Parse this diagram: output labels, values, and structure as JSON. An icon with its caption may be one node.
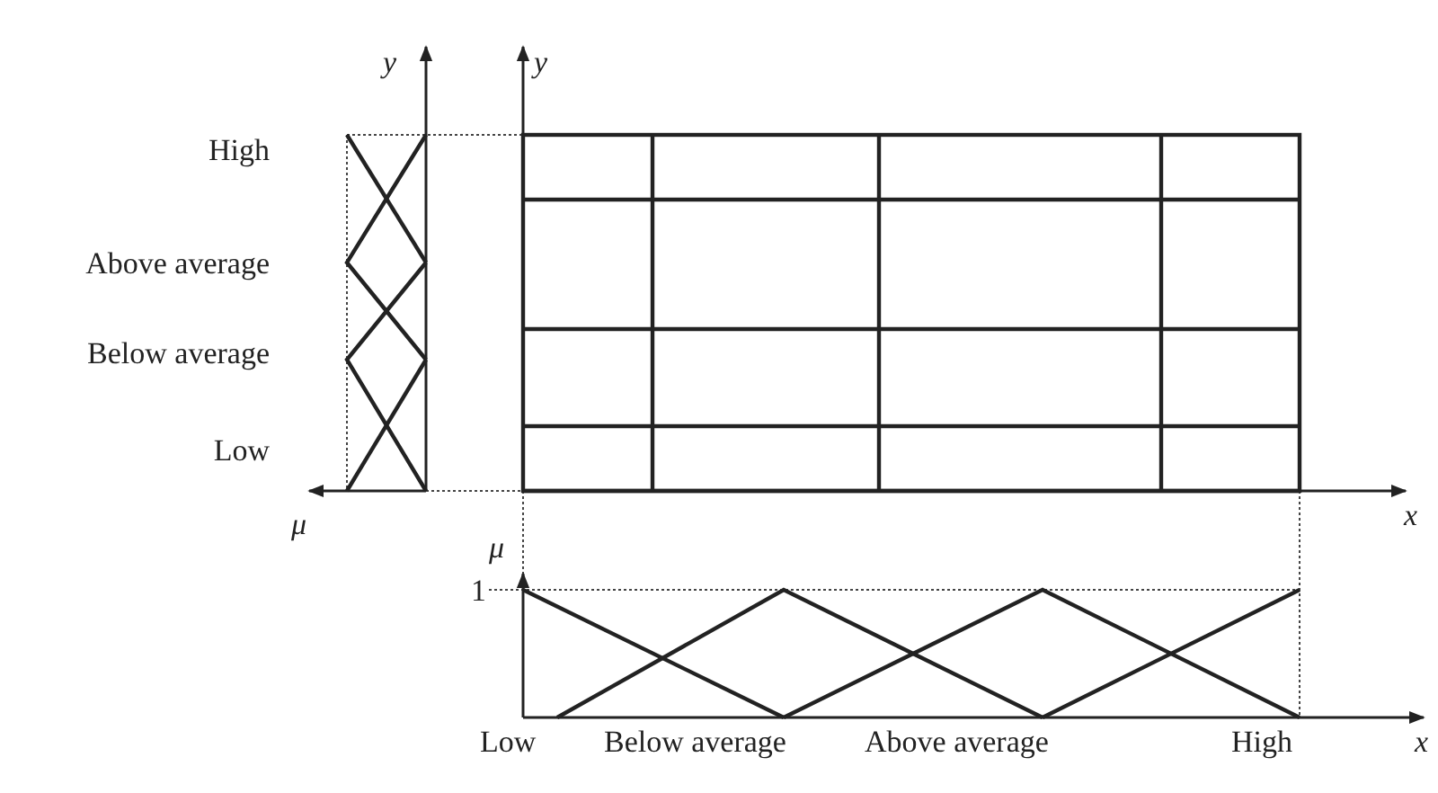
{
  "diagram": {
    "labels": [
      "y",
      "y",
      "High",
      "Above average",
      "Below average",
      "Low",
      "x",
      "μ",
      "μ",
      "1",
      "Low",
      "Below average",
      "Above average",
      "High",
      "x"
    ]
  }
}
